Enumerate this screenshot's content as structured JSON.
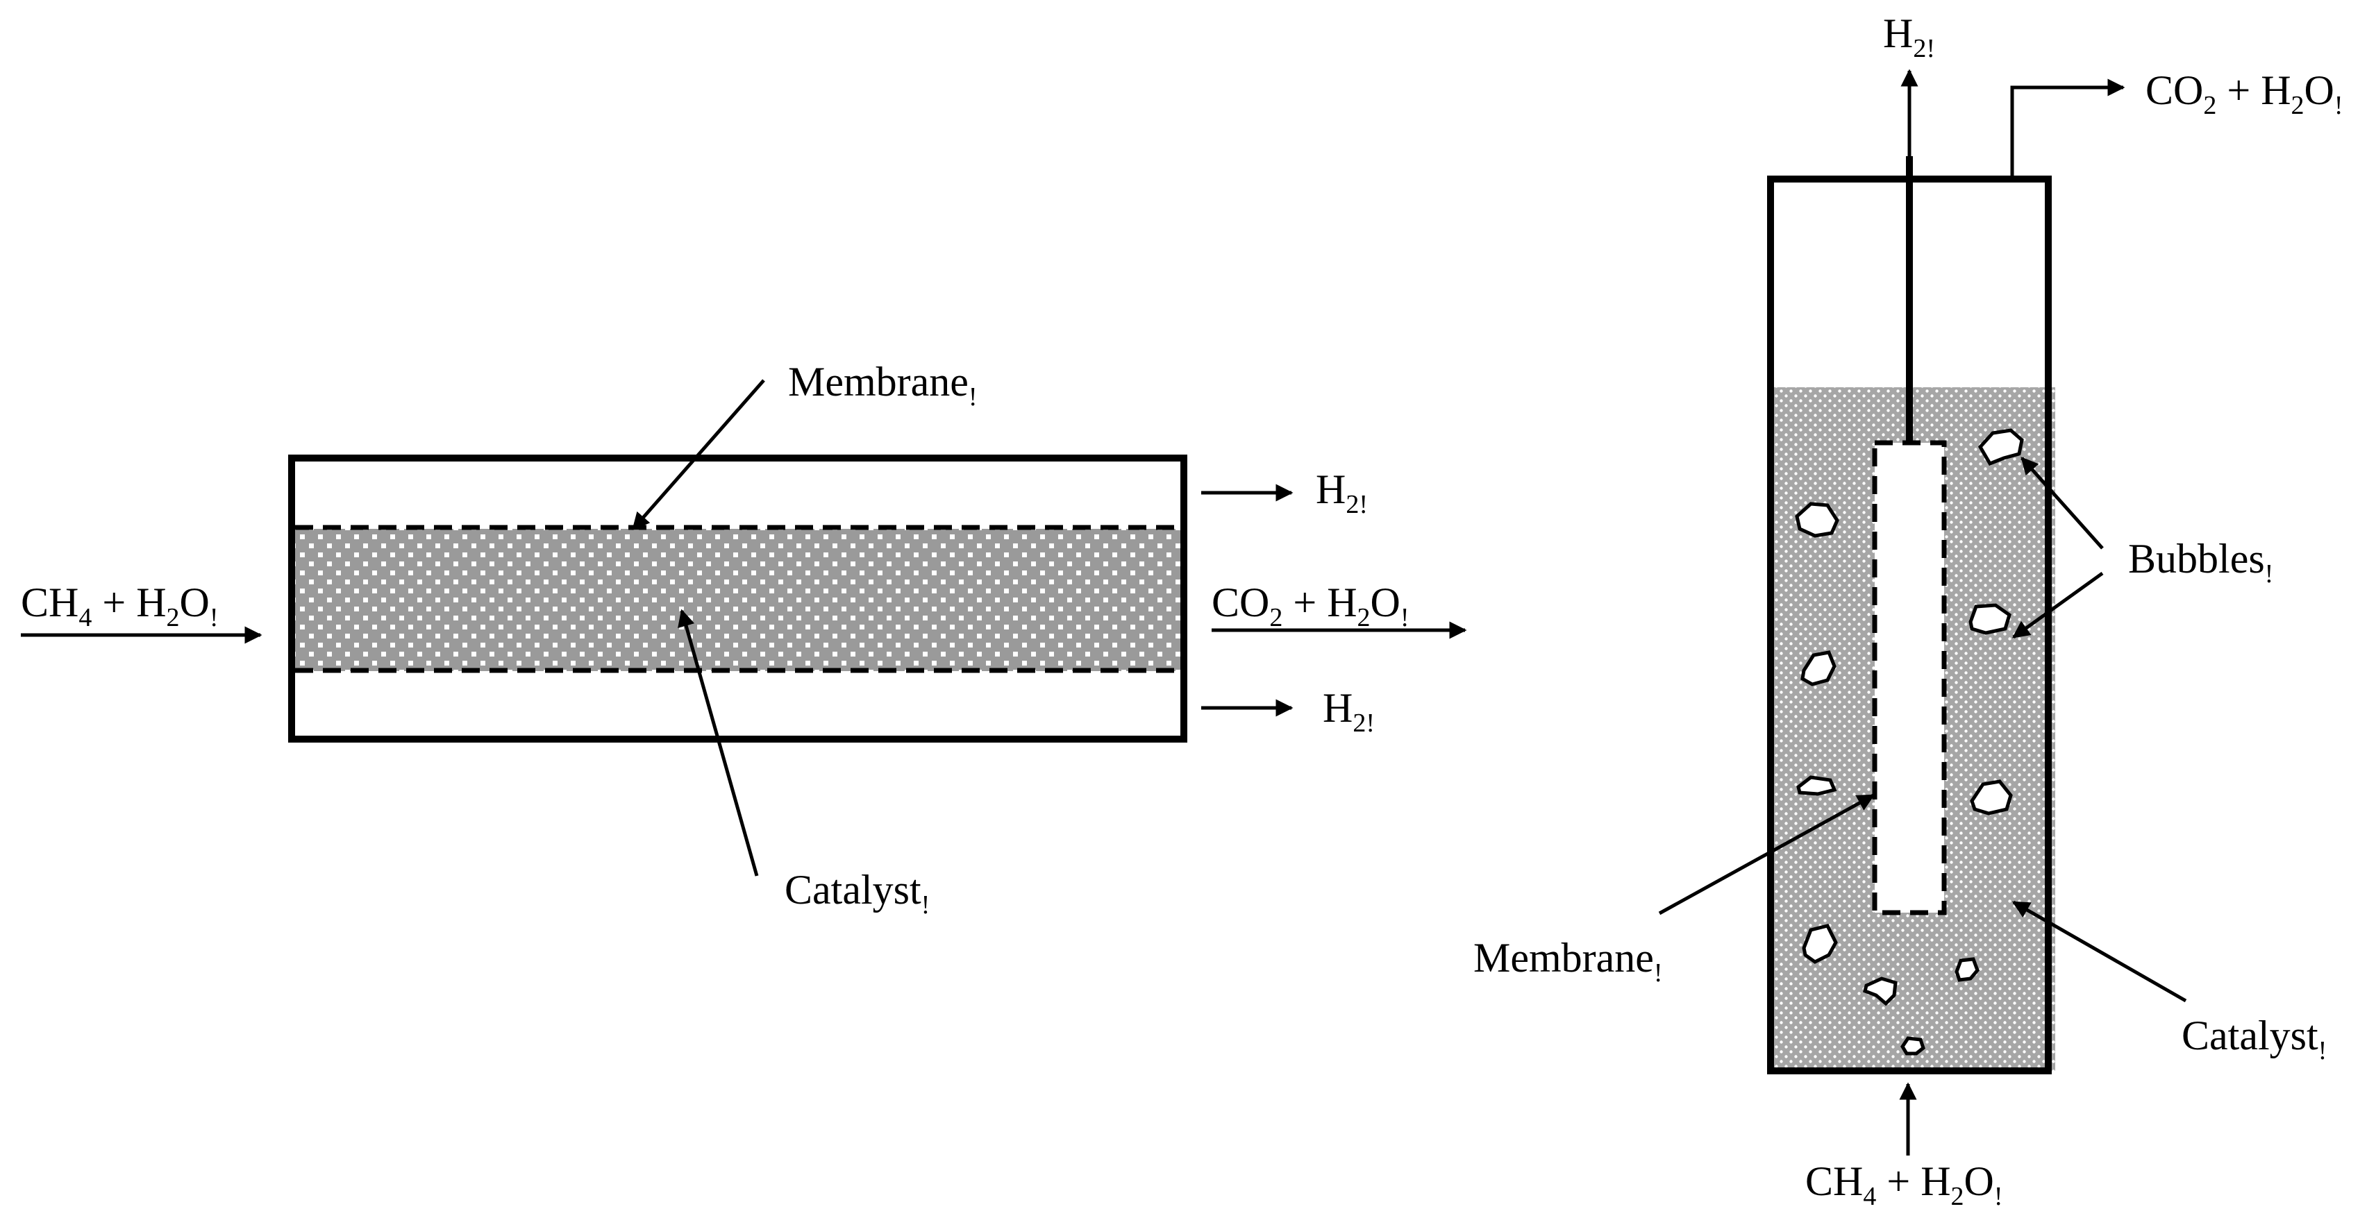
{
  "colors": {
    "line": "#000000",
    "catalyst_fill": "#9a9a9a",
    "catalyst_dot": "#ffffff",
    "background": "#ffffff"
  },
  "left_reactor": {
    "feed_label": {
      "main": "CH",
      "sub1": "4",
      "mid": " + H",
      "sub2": "2",
      "end": "O",
      "sub3": "!"
    },
    "h2_top_label": {
      "main": "H",
      "sub": "2!"
    },
    "h2_bottom_label": {
      "main": "H",
      "sub": "2!"
    },
    "exit_label": {
      "main": "CO",
      "sub1": "2",
      "mid": " + H",
      "sub2": "2",
      "end": "O",
      "sub3": "!"
    },
    "membrane_label": {
      "main": "Membrane",
      "sub": "!"
    },
    "catalyst_label": {
      "main": "Catalyst",
      "sub": "!"
    }
  },
  "right_reactor": {
    "h2_top_label": {
      "main": "H",
      "sub": "2!"
    },
    "exit_label": {
      "main": "CO",
      "sub1": "2",
      "mid": " + H",
      "sub2": "2",
      "end": "O",
      "sub3": "!"
    },
    "bubbles_label": {
      "main": "Bubbles",
      "sub": "!"
    },
    "membrane_label": {
      "main": "Membrane",
      "sub": "!"
    },
    "catalyst_label": {
      "main": "Catalyst",
      "sub": "!"
    },
    "feed_label": {
      "main": "CH",
      "sub1": "4",
      "mid": " + H",
      "sub2": "2",
      "end": "O",
      "sub3": "!"
    }
  }
}
